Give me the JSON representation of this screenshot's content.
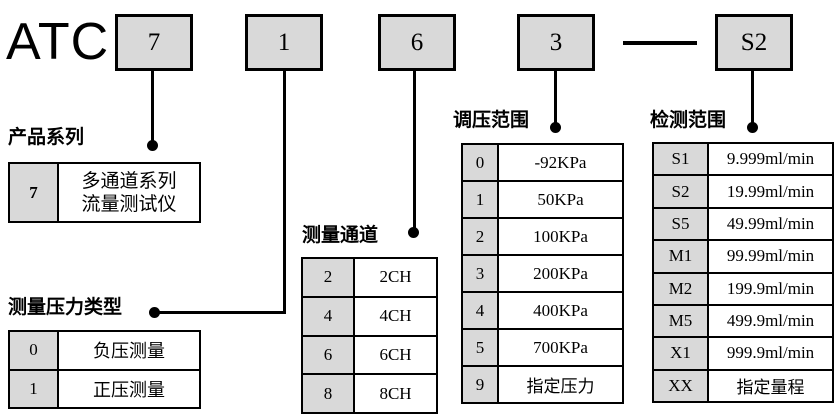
{
  "code": {
    "prefix": "ATC",
    "segments": [
      "7",
      "1",
      "6",
      "3",
      "S2"
    ],
    "separator": "—"
  },
  "colors": {
    "box_fill": "#d9d9d9",
    "border": "#000000",
    "background": "#ffffff"
  },
  "tables": [
    {
      "title": "产品系列",
      "rows": [
        {
          "code": "7",
          "lines": [
            "多通道系列",
            "流量测试仪"
          ]
        }
      ]
    },
    {
      "title": "测量压力类型",
      "rows": [
        {
          "code": "0",
          "value": "负压测量"
        },
        {
          "code": "1",
          "value": "正压测量"
        }
      ]
    },
    {
      "title": "测量通道",
      "rows": [
        {
          "code": "2",
          "value": "2CH"
        },
        {
          "code": "4",
          "value": "4CH"
        },
        {
          "code": "6",
          "value": "6CH"
        },
        {
          "code": "8",
          "value": "8CH"
        }
      ]
    },
    {
      "title": "调压范围",
      "rows": [
        {
          "code": "0",
          "value": "-92KPa"
        },
        {
          "code": "1",
          "value": "50KPa"
        },
        {
          "code": "2",
          "value": "100KPa"
        },
        {
          "code": "3",
          "value": "200KPa"
        },
        {
          "code": "4",
          "value": "400KPa"
        },
        {
          "code": "5",
          "value": "700KPa"
        },
        {
          "code": "9",
          "value": "指定压力"
        }
      ]
    },
    {
      "title": "检测范围",
      "rows": [
        {
          "code": "S1",
          "value": "9.999ml/min"
        },
        {
          "code": "S2",
          "value": "19.99ml/min"
        },
        {
          "code": "S5",
          "value": "49.99ml/min"
        },
        {
          "code": "M1",
          "value": "99.99ml/min"
        },
        {
          "code": "M2",
          "value": "199.9ml/min"
        },
        {
          "code": "M5",
          "value": "499.9ml/min"
        },
        {
          "code": "X1",
          "value": "999.9ml/min"
        },
        {
          "code": "XX",
          "value": "指定量程"
        }
      ]
    }
  ]
}
